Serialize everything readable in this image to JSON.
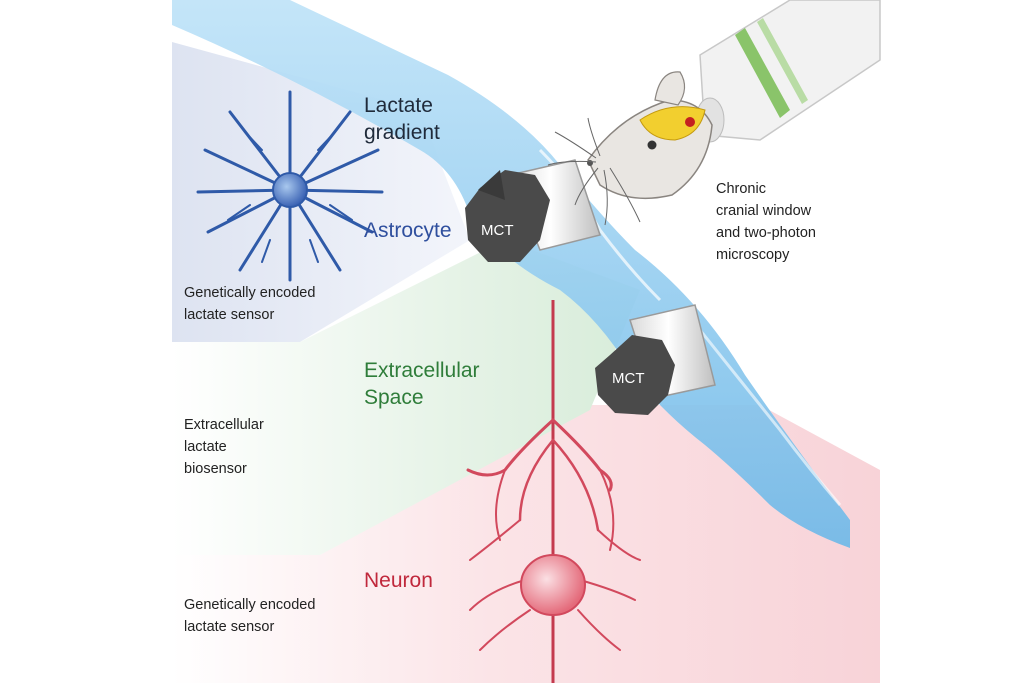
{
  "labels": {
    "lactate_gradient": "Lactate\ngradient",
    "astrocyte": "Astrocyte",
    "extracellular_space": "Extracellular\nSpace",
    "neuron": "Neuron",
    "astrocyte_sensor": "Genetically encoded\nlactate sensor",
    "extracellular_biosensor": "Extracellular\nlactate\nbiosensor",
    "neuron_sensor": "Genetically encoded\nlactate sensor",
    "microscopy": "Chronic\ncranial window\nand two-photon\nmicroscopy",
    "mct_upper": "MCT",
    "mct_lower": "MCT"
  },
  "colors": {
    "astrocyte": "#2f4f9e",
    "extracellular": "#2f7d3a",
    "neuron": "#c0283c",
    "gradient_text": "#1f2a3a",
    "channel_blue": "#8ccaf0",
    "astro_panel": "#e3e8f3",
    "extra_panel": "#e8f4e9",
    "neuron_panel": "#fbe3e6",
    "transporter": "#4a4a4a"
  },
  "icons": {
    "astrocyte": "astrocyte-cell-icon",
    "neuron": "neuron-cell-icon",
    "mouse": "mouse-head-icon",
    "objective": "microscope-objective-icon",
    "transporter": "mct-transporter-icon"
  }
}
